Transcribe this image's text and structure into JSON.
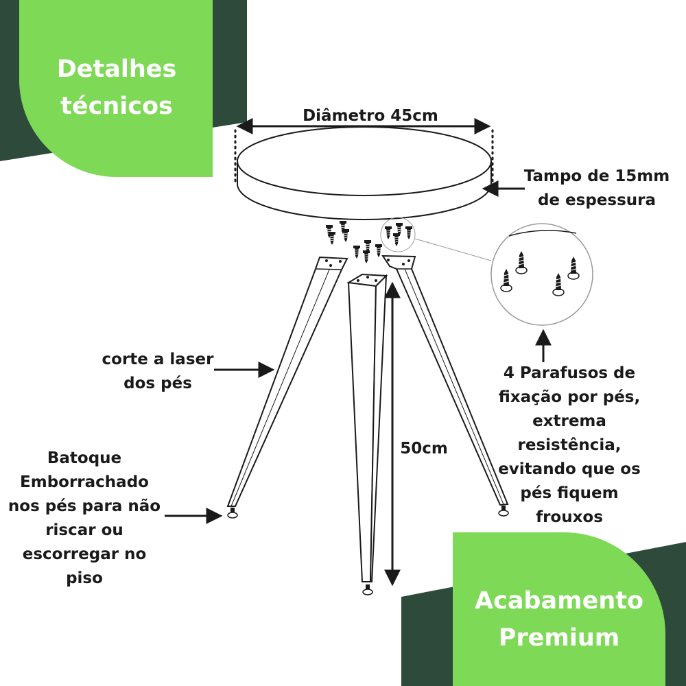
{
  "colors": {
    "dark_green": "#2d4a3a",
    "light_green": "#7ed957",
    "line": "#1a1a1a"
  },
  "badges": {
    "top_left": {
      "line1": "Detalhes",
      "line2": "técnicos"
    },
    "bottom_right": {
      "line1": "Acabamento",
      "line2": "Premium"
    }
  },
  "labels": {
    "diameter": "Diâmetro 45cm",
    "top_thickness_1": "Tampo de 15mm",
    "top_thickness_2": "de espessura",
    "laser_1": "corte a laser",
    "laser_2": "dos pés",
    "height": "50cm",
    "feet_1": "Batoque",
    "feet_2": "Emborrachado",
    "feet_3": "nos pés para não",
    "feet_4": "riscar ou",
    "feet_5": "escorregar no",
    "feet_6": "piso",
    "screws_1": "4 Parafusos de",
    "screws_2": "fixação por pés,",
    "screws_3": "extrema",
    "screws_4": "resistência,",
    "screws_5": "evitando que os",
    "screws_6": "pés fiquem",
    "screws_7": "frouxos"
  },
  "icons": [
    "table-top-drawing",
    "table-leg-drawing",
    "screw-icon",
    "rubber-foot-icon",
    "arrow-icon",
    "magnifier-circle"
  ]
}
